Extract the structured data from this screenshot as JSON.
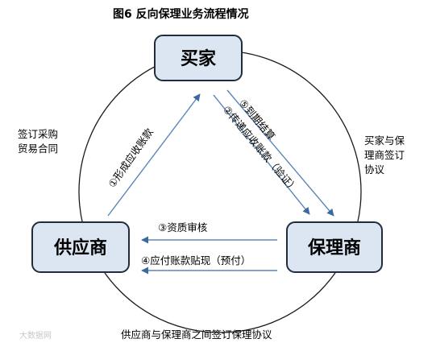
{
  "title": "图6 反向保理业务流程情况",
  "nodes": {
    "buyer": "买家",
    "supplier": "供应商",
    "factor": "保理商"
  },
  "side_labels": {
    "left": [
      "签订采购",
      "贸易合同"
    ],
    "right": [
      "买家与保",
      "理商签订",
      "协议"
    ],
    "bottom": "供应商与保理商之间签订保理协议"
  },
  "steps": {
    "s1": "①形成应收账款",
    "s2": "②传递应收账款（验证）",
    "s3": "③资质审核",
    "s4": "④应付账款贴现（预付）",
    "s5": "⑤到期结算"
  },
  "watermark": "大数据网",
  "colors": {
    "box_fill": "#dce6f2",
    "arrow": "#5b87b8"
  }
}
